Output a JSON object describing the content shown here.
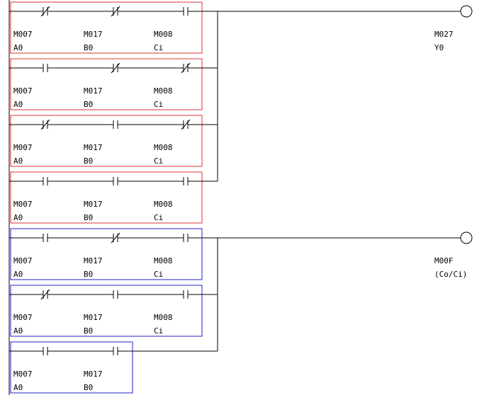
{
  "colors": {
    "wire": "#000000",
    "group_a_box": "#e03030",
    "group_b_box": "#2020c8",
    "background": "#ffffff"
  },
  "rungs": [
    {
      "group": "a",
      "contacts": [
        {
          "addr": "M007",
          "tag": "A0",
          "type": "NC"
        },
        {
          "addr": "M017",
          "tag": "B0",
          "type": "NC"
        },
        {
          "addr": "M008",
          "tag": "Ci",
          "type": "NO"
        }
      ]
    },
    {
      "group": "a",
      "contacts": [
        {
          "addr": "M007",
          "tag": "A0",
          "type": "NO"
        },
        {
          "addr": "M017",
          "tag": "B0",
          "type": "NC"
        },
        {
          "addr": "M008",
          "tag": "Ci",
          "type": "NC"
        }
      ]
    },
    {
      "group": "a",
      "contacts": [
        {
          "addr": "M007",
          "tag": "A0",
          "type": "NC"
        },
        {
          "addr": "M017",
          "tag": "B0",
          "type": "NO"
        },
        {
          "addr": "M008",
          "tag": "Ci",
          "type": "NC"
        }
      ]
    },
    {
      "group": "a",
      "contacts": [
        {
          "addr": "M007",
          "tag": "A0",
          "type": "NO"
        },
        {
          "addr": "M017",
          "tag": "B0",
          "type": "NO"
        },
        {
          "addr": "M008",
          "tag": "Ci",
          "type": "NO"
        }
      ]
    },
    {
      "group": "b",
      "contacts": [
        {
          "addr": "M007",
          "tag": "A0",
          "type": "NO"
        },
        {
          "addr": "M017",
          "tag": "B0",
          "type": "NC"
        },
        {
          "addr": "M008",
          "tag": "Ci",
          "type": "NO"
        }
      ]
    },
    {
      "group": "b",
      "contacts": [
        {
          "addr": "M007",
          "tag": "A0",
          "type": "NC"
        },
        {
          "addr": "M017",
          "tag": "B0",
          "type": "NO"
        },
        {
          "addr": "M008",
          "tag": "Ci",
          "type": "NO"
        }
      ]
    },
    {
      "group": "b",
      "contacts": [
        {
          "addr": "M007",
          "tag": "A0",
          "type": "NO"
        },
        {
          "addr": "M017",
          "tag": "B0",
          "type": "NO"
        }
      ]
    }
  ],
  "coils": [
    {
      "group": "a",
      "addr": "M027",
      "tag": "Y0"
    },
    {
      "group": "b",
      "addr": "M00F",
      "tag": "(Co/Ci)"
    }
  ]
}
